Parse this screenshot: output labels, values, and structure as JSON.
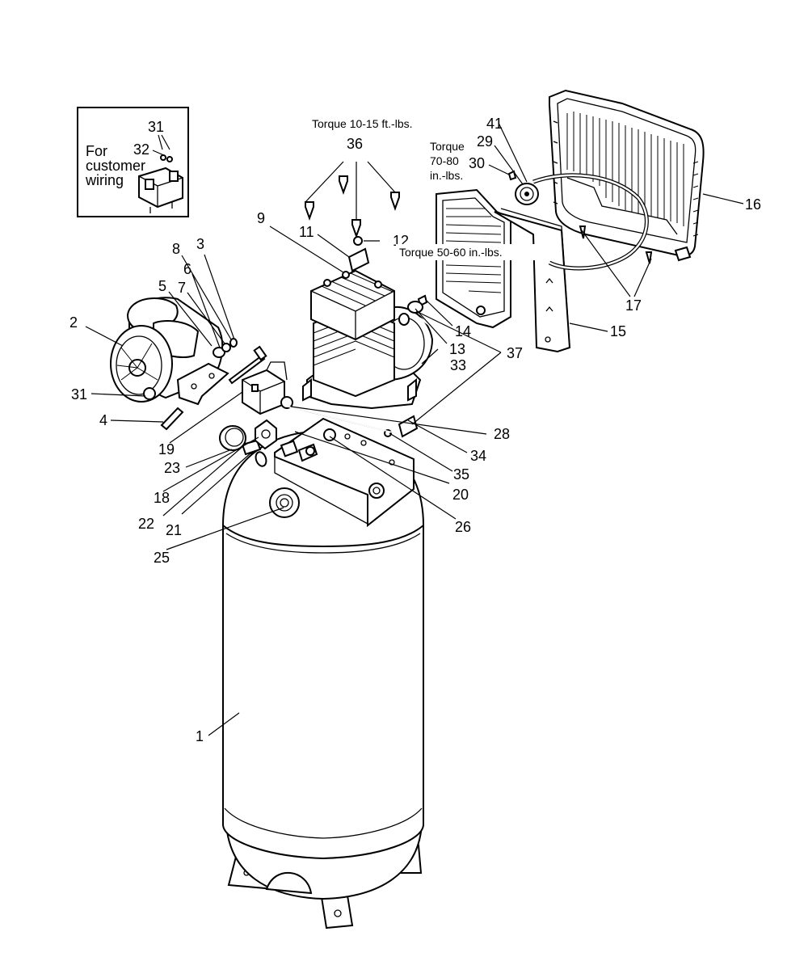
{
  "inset": {
    "note": "For customer wiring",
    "note_lines": [
      "For",
      "customer",
      "wiring"
    ],
    "labels": [
      "31",
      "32"
    ]
  },
  "torque_notes": {
    "head_bolts": "Torque 10-15 ft.-lbs.",
    "belt_guard": "Torque 50-60 in.-lbs.",
    "pulley": "Torque 70-80 in.-lbs.",
    "pulley_lines": [
      "Torque",
      "70-80",
      "in.-lbs."
    ]
  },
  "callouts": [
    "1",
    "2",
    "3",
    "4",
    "5",
    "6",
    "7",
    "8",
    "9",
    "11",
    "12",
    "13",
    "14",
    "15",
    "16",
    "17",
    "18",
    "19",
    "20",
    "21",
    "22",
    "23",
    "25",
    "26",
    "28",
    "29",
    "30",
    "31",
    "33",
    "34",
    "35",
    "36",
    "37",
    "41"
  ]
}
